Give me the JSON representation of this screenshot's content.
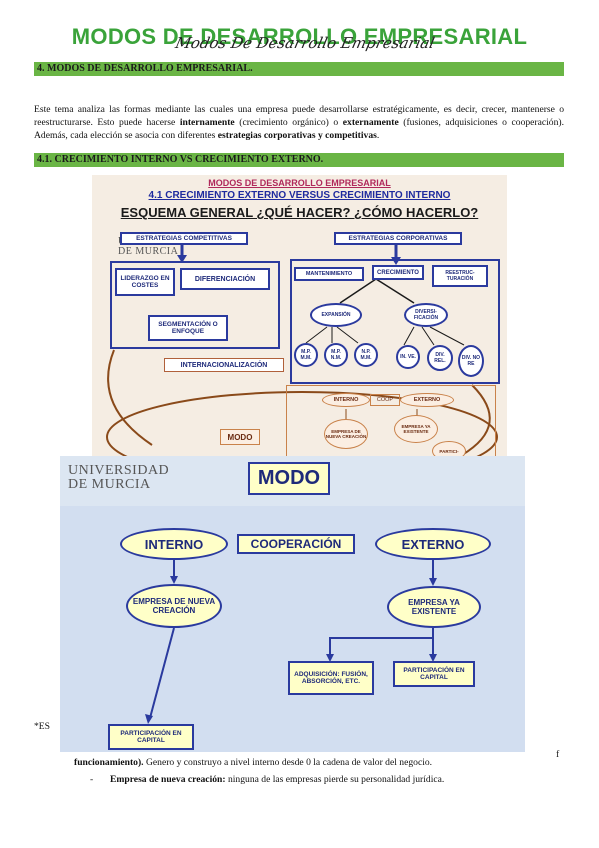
{
  "header": {
    "title": "MODOS DE DESARROLLO EMPRESARIAL",
    "script_title": "Modos De Desarrollo Empresarial"
  },
  "section4": {
    "heading": "4. MODOS DE DESARROLLO EMPRESARIAL."
  },
  "intro": {
    "t1": "Este tema analiza las formas mediante las cuales una empresa puede desarrollarse estratégicamente, es decir, crecer, mantenerse o reestructurarse. Esto puede hacerse ",
    "b1": "internamente",
    "t2": " (crecimiento orgánico) o ",
    "b2": "externamente",
    "t3": " (fusiones, adquisiciones o cooperación). Además, cada elección se asocia con diferentes ",
    "b3": "estrategias corporativas y competitivas",
    "t4": "."
  },
  "section41": {
    "heading": "4.1. CRECIMIENTO INTERNO VS CRECIMIENTO EXTERNO."
  },
  "slide1": {
    "title": "MODOS DE DESARROLLO EMPRESARIAL",
    "subtitle": "4.1 CRECIMIENTO EXTERNO VERSUS CRECIMIENTO INTERNO",
    "question": "ESQUEMA GENERAL ¿QUÉ HACER? ¿CÓMO HACERLO?",
    "logo_line1": "UNIVERSIDAD",
    "logo_line2": "DE MURCIA",
    "competitivas": "ESTRATEGIAS COMPETITIVAS",
    "corporativas": "ESTRATEGIAS CORPORATIVAS",
    "liderazgo": "LIDERAZGO EN COSTES",
    "diferenciacion": "DIFERENCIACIÓN",
    "segmentacion": "SEGMENTACIÓN O ENFOQUE",
    "mantenimiento": "MANTENIMIENTO",
    "crecimiento": "CRECIMIENTO",
    "reestructuracion": "REESTRUC-TURACIÓN",
    "expansion": "EXPANSIÓN",
    "diversificacion": "DIVERSI-FICACIÓN",
    "mpmm": "M.P. M.M.",
    "mpnm": "M.P. N.M.",
    "npmm": "N.P. M.M.",
    "inve": "IN. VE.",
    "divrel": "DIV. REL.",
    "divnore": "DIV. NO RE",
    "internacionalizacion": "INTERNACIONALIZACIÓN",
    "modo": "MODO",
    "interno": "INTERNO",
    "coop": "COOP",
    "externo": "EXTERNO",
    "nueva": "EMPRESA DE NUEVA CREACIÓN",
    "existente": "EMPRESA YA EXISTENTE",
    "partic": "PARTICI-"
  },
  "slide2": {
    "logo_line1": "UNIVERSIDAD",
    "logo_line2": "DE MURCIA",
    "modo": "MODO",
    "interno": "INTERNO",
    "cooperacion": "COOPERACIÓN",
    "externo": "EXTERNO",
    "nueva": "EMPRESA DE NUEVA CREACIÓN",
    "existente": "EMPRESA YA EXISTENTE",
    "adquisicion": "ADQUISICIÓN: FUSIÓN, ABSORCIÓN, ETC.",
    "participacion_capital_right": "PARTICIPACIÓN EN CAPITAL",
    "participacion_capital_left": "PARTICIPACIÓN EN CAPITAL"
  },
  "footer": {
    "margin_left": "*ES",
    "margin_right": "f",
    "line1_b": "funcionamiento).",
    "line1": " Genero y construyo a nivel interno desde 0 la cadena de valor del negocio.",
    "bullet": "-",
    "line2_b": "Empresa de nueva creación:",
    "line2": " ninguna de las empresas pierde su personalidad jurídica."
  }
}
